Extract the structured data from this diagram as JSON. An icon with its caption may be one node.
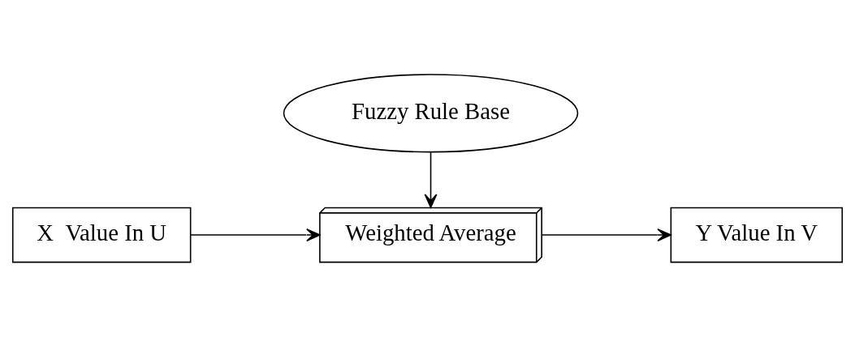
{
  "diagram": {
    "nodes": [
      {
        "text": [
          "Fuzzy Rule Base"
        ]
      },
      {
        "text": [
          "X  Value In U"
        ]
      },
      {
        "text": [
          "Weighted Average"
        ]
      },
      {
        "text": [
          "Y Value In V"
        ]
      }
    ],
    "edges": [
      {
        "from": 0,
        "to": 2,
        "arrow": "to"
      },
      {
        "from": 1,
        "to": 2,
        "arrow": "to"
      },
      {
        "from": 2,
        "to": 3,
        "arrow": "to"
      }
    ]
  }
}
